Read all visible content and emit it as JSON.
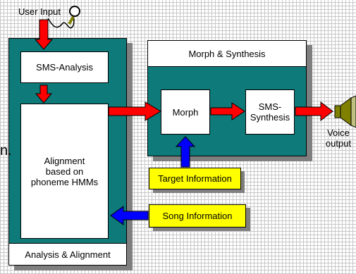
{
  "diagram": {
    "user_input": "User Input",
    "analysis_panel_label": "Analysis & Alignment",
    "sms_analysis": "SMS-Analysis",
    "alignment": [
      "Alignment",
      "based on",
      "phoneme HMMs"
    ],
    "morph_panel_label": "Morph & Synthesis",
    "morph": "Morph",
    "sms_synthesis": [
      "SMS-",
      "Synthesis"
    ],
    "voice_output": [
      "Voice",
      "output"
    ],
    "target_information": "Target Information",
    "song_information": "Song Information",
    "fragment_text": "n."
  },
  "colors": {
    "panel": "#0e7a79",
    "arrow_red": "#ff0000",
    "arrow_blue": "#0000ff",
    "info_box": "#ffff00",
    "speaker": "#808000"
  }
}
